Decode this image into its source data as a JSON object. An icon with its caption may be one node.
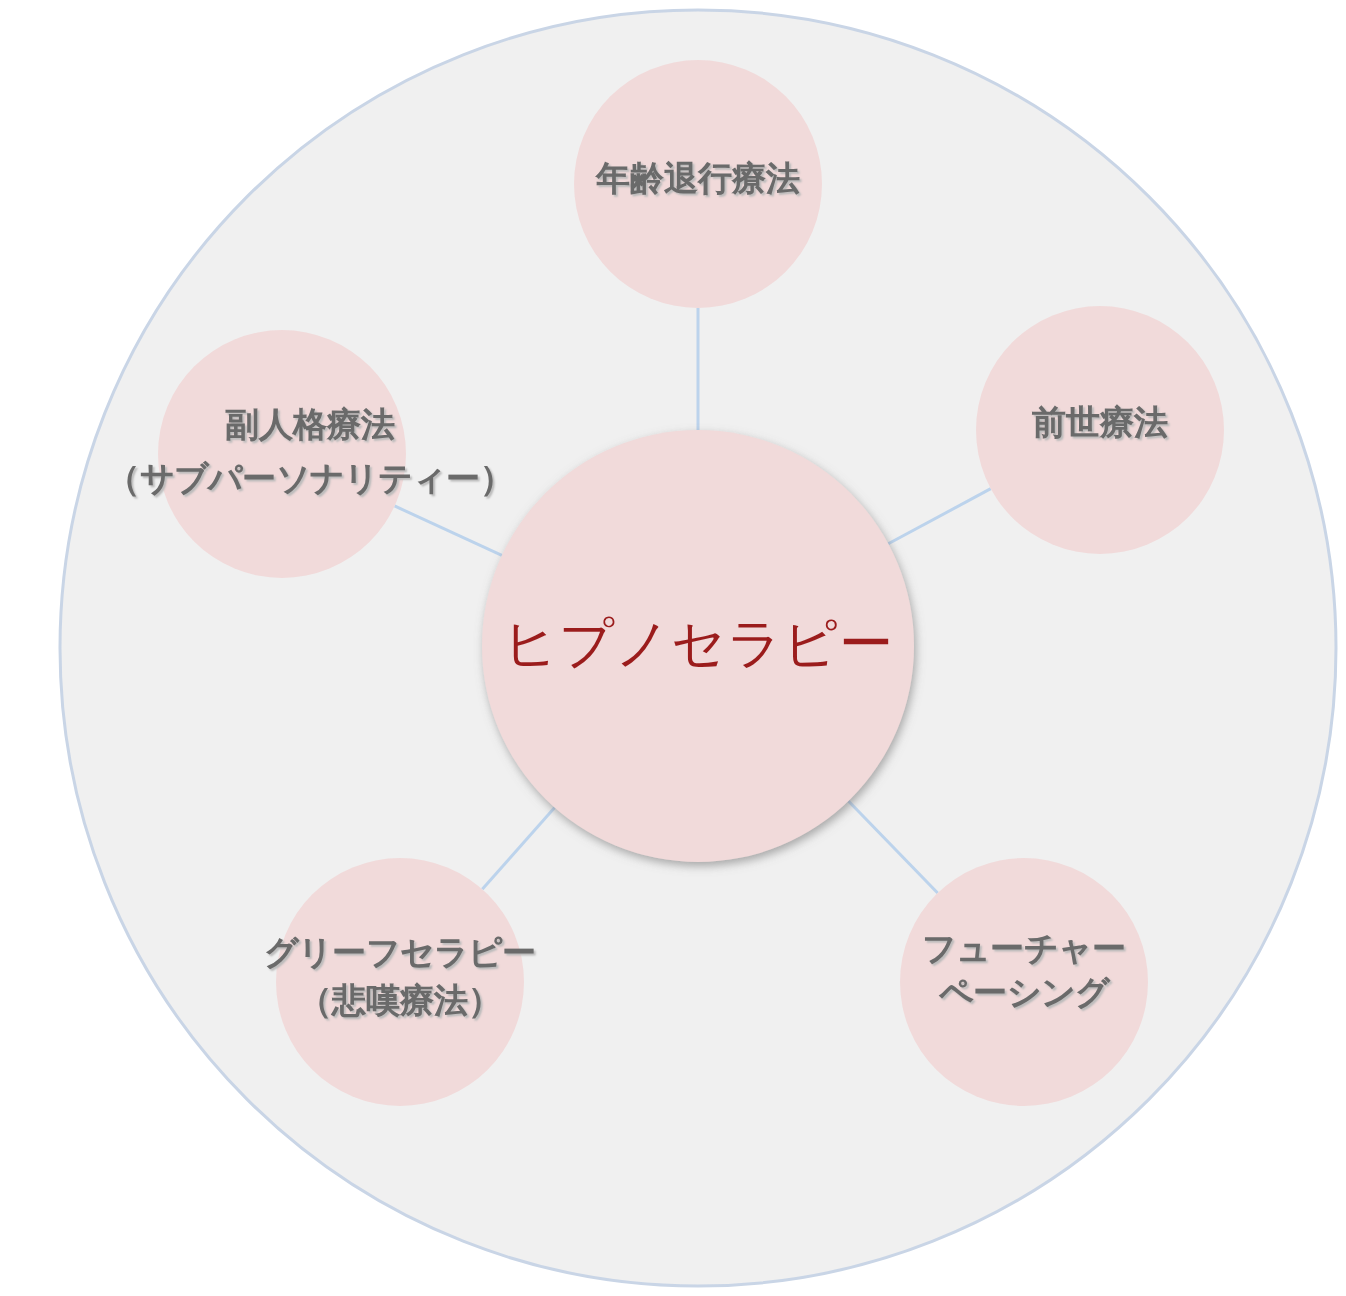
{
  "diagram": {
    "nodes": [
      {
        "text": [],
        "shape": "circle"
      },
      {
        "text": [
          "年齢退行療法"
        ],
        "in": 0
      },
      {
        "text": [
          "副人格療法",
          "（サブパーソナリティー）"
        ],
        "in": 0
      },
      {
        "text": [
          "前世療法"
        ],
        "in": 0
      },
      {
        "text": [
          "ヒプノセラピー"
        ],
        "in": 0
      },
      {
        "text": [
          "グリーフセラピー",
          "（悲嘆療法）"
        ],
        "in": 0
      },
      {
        "text": [
          "フューチャーペーシング"
        ],
        "in": 0
      }
    ],
    "edges": [
      {
        "from": 4,
        "to": 1,
        "arrow": "none"
      },
      {
        "from": 4,
        "to": 2,
        "arrow": "none"
      },
      {
        "from": 4,
        "to": 3,
        "arrow": "none"
      },
      {
        "from": 4,
        "to": 5,
        "arrow": "none"
      },
      {
        "from": 4,
        "to": 6,
        "arrow": "none"
      }
    ]
  }
}
